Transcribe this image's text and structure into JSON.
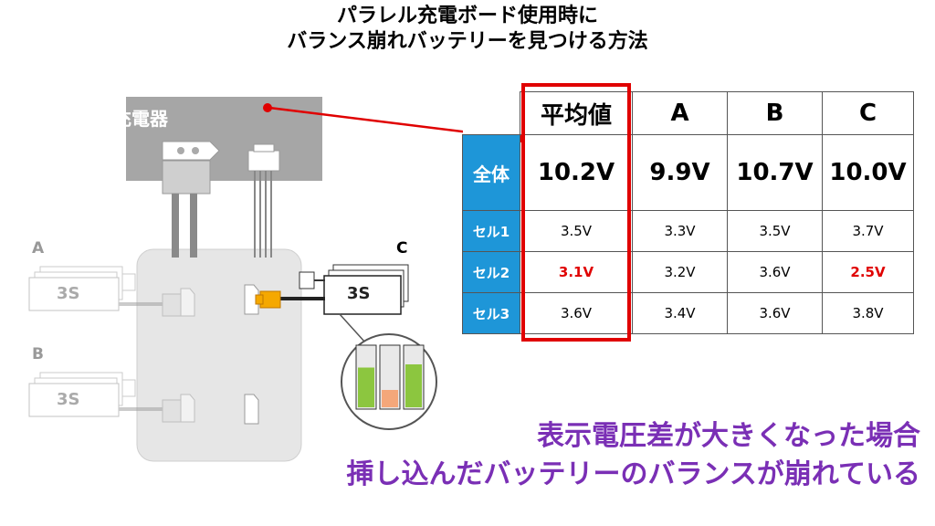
{
  "title": {
    "line1": "パラレル充電ボード使用時に",
    "line2": "バランス崩れバッテリーを見つける方法"
  },
  "diagram": {
    "charger_label": "充電器",
    "battery_label": "3S",
    "group_a": "A",
    "group_b": "B",
    "group_c": "C"
  },
  "table": {
    "columns": [
      "平均値",
      "A",
      "B",
      "C"
    ],
    "rows": [
      {
        "label": "全体",
        "values": [
          "10.2V",
          "9.9V",
          "10.7V",
          "10.0V"
        ]
      },
      {
        "label": "セル1",
        "values": [
          "3.5V",
          "3.3V",
          "3.5V",
          "3.7V"
        ]
      },
      {
        "label": "セル2",
        "values": [
          "3.1V",
          "3.2V",
          "3.6V",
          "2.5V"
        ]
      },
      {
        "label": "セル3",
        "values": [
          "3.6V",
          "3.4V",
          "3.6V",
          "3.8V"
        ]
      }
    ],
    "highlight_color": "#e00000",
    "header_color": "#1e96d8"
  },
  "cell_levels": [
    0.65,
    0.3,
    0.7
  ],
  "message": {
    "line1": "表示電圧差が大きくなった場合",
    "line2": "挿し込んだバッテリーのバランスが崩れている",
    "color": "#7a2fb5"
  }
}
